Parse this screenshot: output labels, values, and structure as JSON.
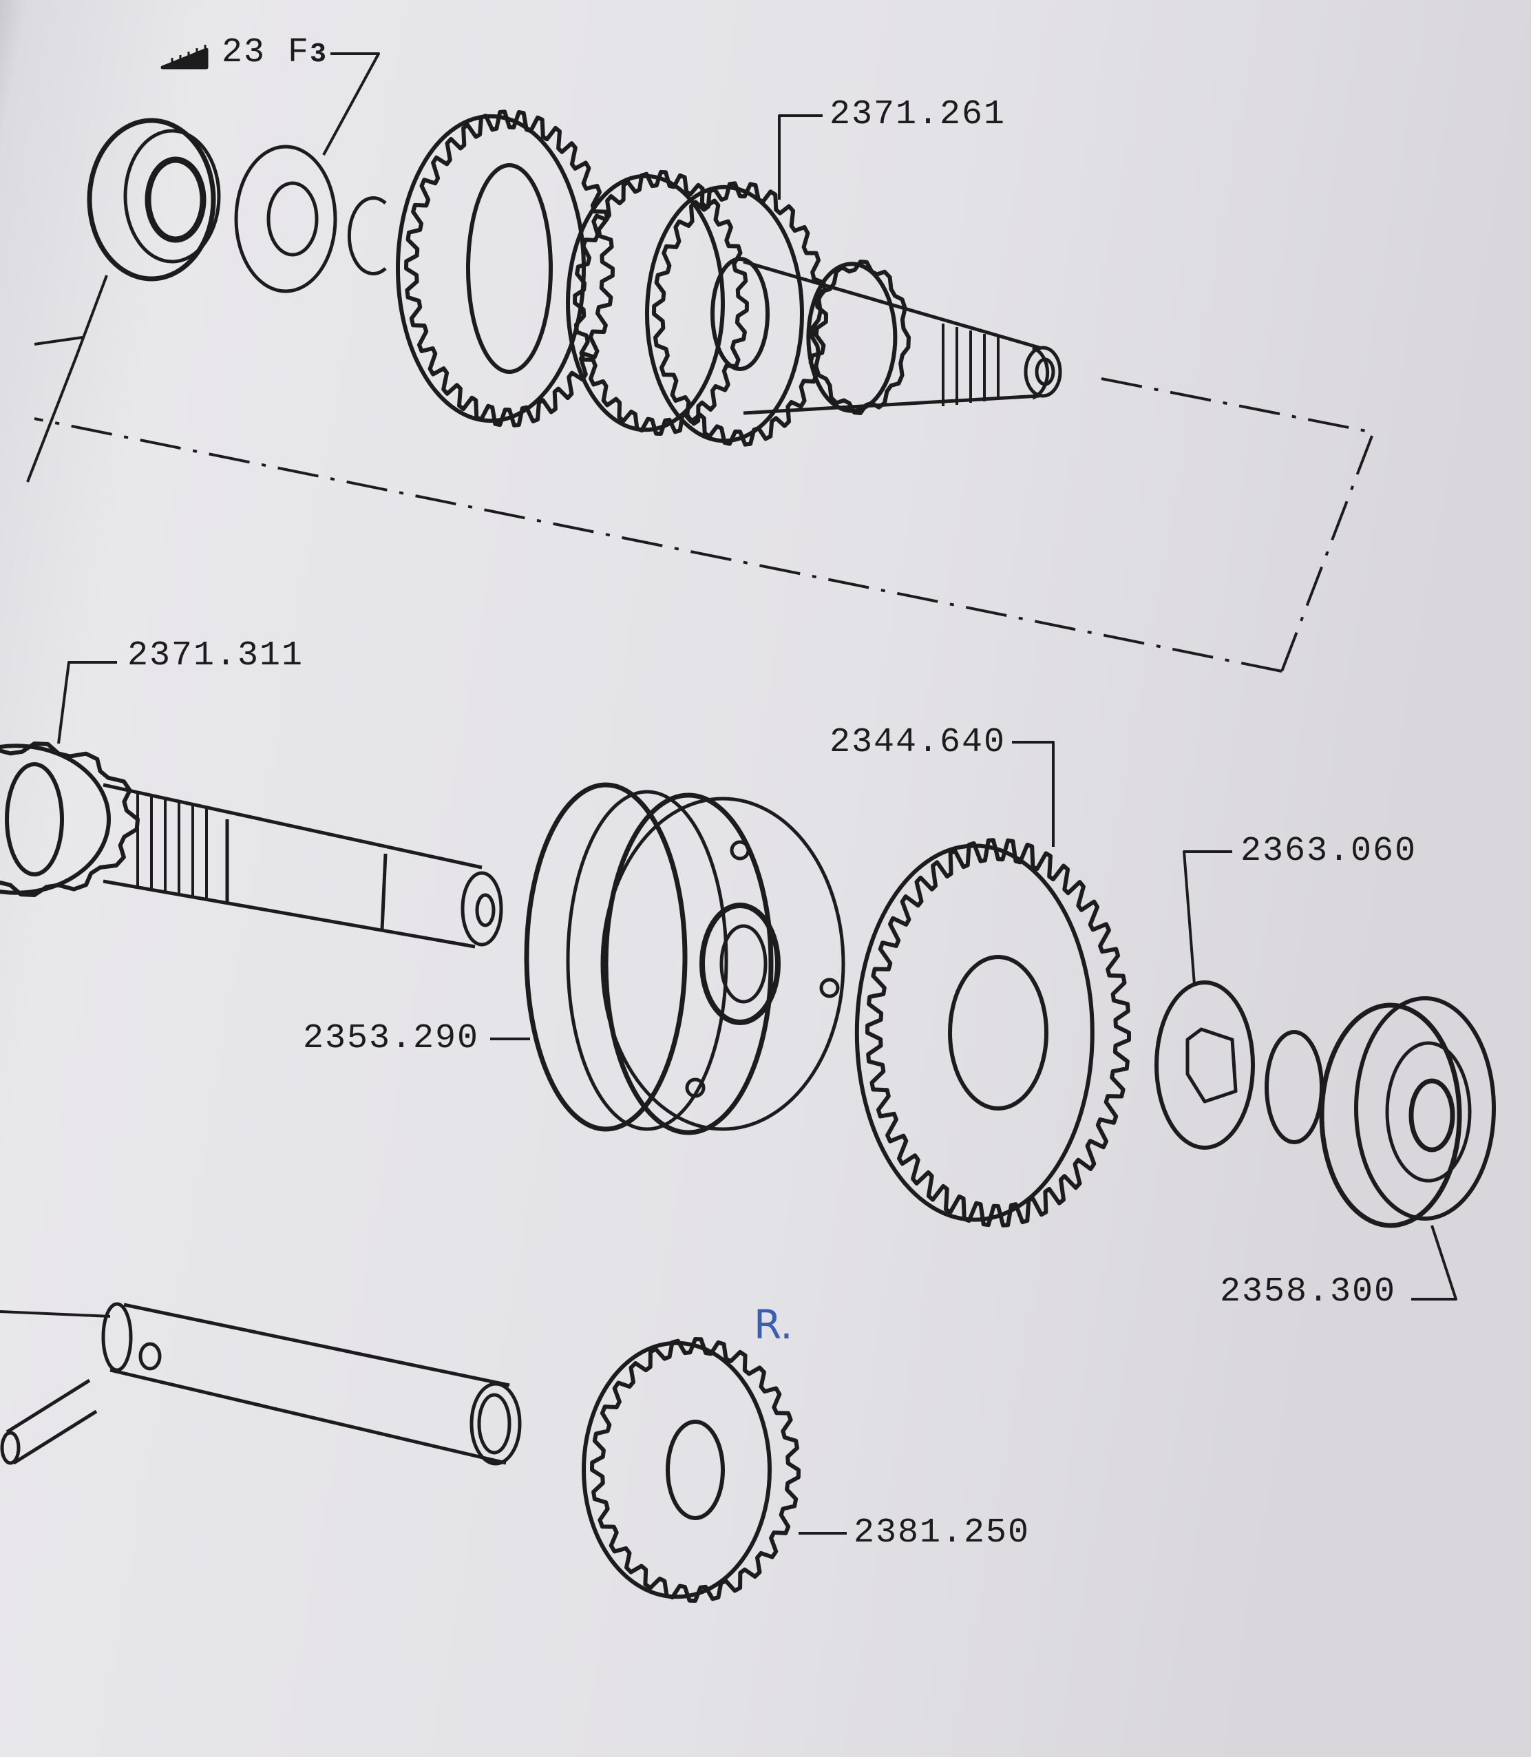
{
  "header": {
    "ref_label": "23",
    "ref_suffix": "F",
    "ref_sub": "3",
    "icon": "ruler-wedge-icon"
  },
  "parts": [
    {
      "id": "part-2371-261",
      "number": "2371.261"
    },
    {
      "id": "part-2371-311",
      "number": "2371.311"
    },
    {
      "id": "part-2344-640",
      "number": "2344.640"
    },
    {
      "id": "part-2363-060",
      "number": "2363.060"
    },
    {
      "id": "part-2353-290",
      "number": "2353.290"
    },
    {
      "id": "part-2358-300",
      "number": "2358.300"
    },
    {
      "id": "part-2381-250",
      "number": "2381.250"
    }
  ],
  "annotation": {
    "handwritten": "R.",
    "color": "#3a5fb0"
  },
  "colors": {
    "ink": "#1c1c1c",
    "paper": "#e4e2e5"
  }
}
